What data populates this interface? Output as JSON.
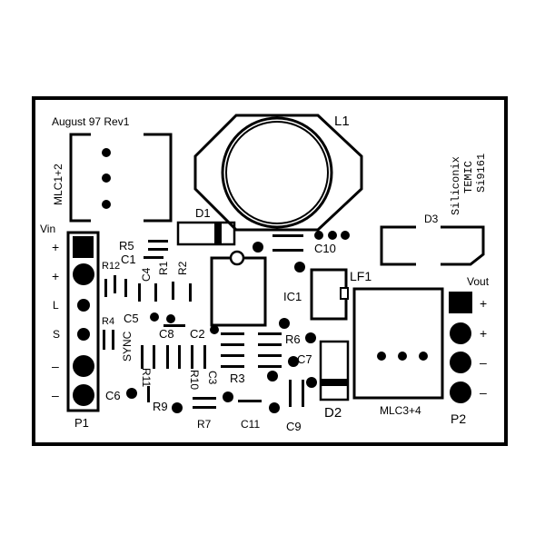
{
  "board": {
    "revision": "August 97 Rev1",
    "vendor_lines": [
      "Siliconix",
      "TEMIC",
      "Si9161"
    ]
  },
  "connectors": {
    "p1": {
      "name": "P1",
      "header_label": "Vin",
      "pins": [
        "+",
        "+",
        "L",
        "S",
        "–",
        "–"
      ]
    },
    "p2": {
      "name": "P2",
      "header_label": "Vout",
      "pins": [
        "+",
        "+",
        "–",
        "–"
      ]
    },
    "mlc12": "MLC1+2",
    "mlc34": "MLC3+4"
  },
  "components": {
    "L1": "L1",
    "D1": "D1",
    "D2": "D2",
    "D3": "D3",
    "LF1": "LF1",
    "IC1": "IC1",
    "C1": "C1",
    "C2": "C2",
    "C3": "C3",
    "C4": "C4",
    "C5": "C5",
    "C6": "C6",
    "C7": "C7",
    "C8": "C8",
    "C9": "C9",
    "C10": "C10",
    "C11": "C11",
    "R1": "R1",
    "R2": "R2",
    "R3": "R3",
    "R4": "R4",
    "R5": "R5",
    "R6": "R6",
    "R7": "R7",
    "R9": "R9",
    "R10": "R10",
    "R11": "R11",
    "R12": "R12",
    "SYNC": "SYNC"
  },
  "colors": {
    "ink": "#000000",
    "paper": "#ffffff"
  }
}
